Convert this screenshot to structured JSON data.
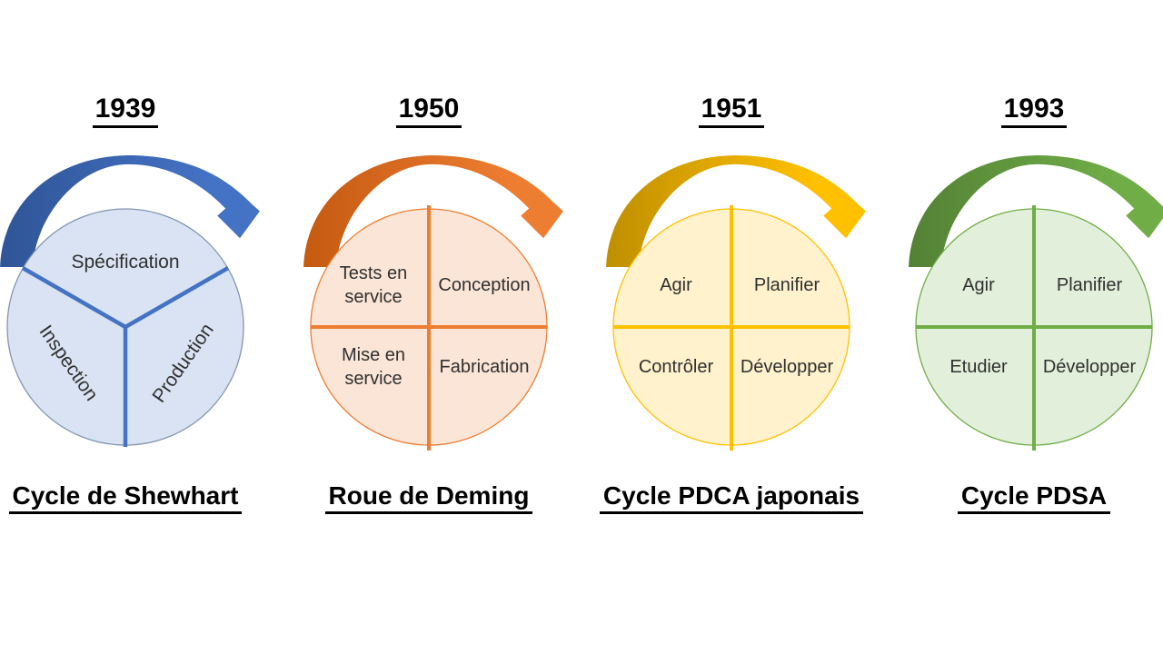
{
  "panels": [
    {
      "year": "1939",
      "title": "Cycle de Shewhart",
      "circle_type": "three-segment",
      "segments": {
        "top": "Spécification",
        "left": "Inspection",
        "right": "Production"
      },
      "colors": {
        "arrow_tail": "#2f5597",
        "arrow_head": "#4472c4",
        "circle_fill": "#dae3f3",
        "circle_outline": "#8496b0",
        "divider": "#4472c4"
      }
    },
    {
      "year": "1950",
      "title": "Roue de Deming",
      "circle_type": "four-quadrant",
      "quadrants": {
        "top_left": "Tests en service",
        "top_right": "Conception",
        "bottom_left": "Mise en service",
        "bottom_right": "Fabrication"
      },
      "colors": {
        "arrow_tail": "#c55a11",
        "arrow_head": "#ed7d31",
        "circle_fill": "#fbe5d6",
        "circle_outline": "#ed7d31",
        "divider": "#ed7d31"
      }
    },
    {
      "year": "1951",
      "title": "Cycle PDCA japonais",
      "circle_type": "four-quadrant",
      "quadrants": {
        "top_left": "Agir",
        "top_right": "Planifier",
        "bottom_left": "Contrôler",
        "bottom_right": "Développer"
      },
      "colors": {
        "arrow_tail": "#bf8f00",
        "arrow_head": "#ffc000",
        "circle_fill": "#fff2cc",
        "circle_outline": "#ffc000",
        "divider": "#ffc000"
      }
    },
    {
      "year": "1993",
      "title": "Cycle PDSA",
      "circle_type": "four-quadrant",
      "quadrants": {
        "top_left": "Agir",
        "top_right": "Planifier",
        "bottom_left": "Etudier",
        "bottom_right": "Développer"
      },
      "colors": {
        "arrow_tail": "#538135",
        "arrow_head": "#70ad47",
        "circle_fill": "#e2efda",
        "circle_outline": "#70ad47",
        "divider": "#70ad47"
      }
    }
  ]
}
